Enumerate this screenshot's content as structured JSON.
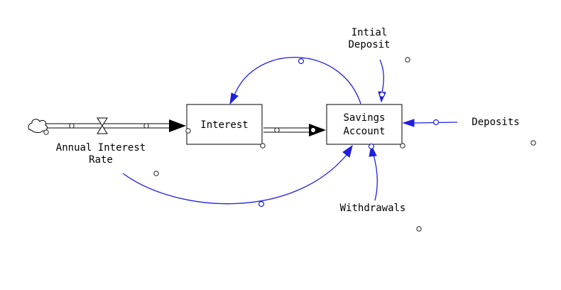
{
  "diagram": {
    "stocks": {
      "interest": "Interest",
      "savings_line1": "Savings",
      "savings_line2": "Account"
    },
    "variables": {
      "rate_line1": "Annual Interest",
      "rate_line2": "Rate",
      "deposit_line1": "Intial",
      "deposit_line2": "Deposit",
      "deposits": "Deposits",
      "withdrawals": "Withdrawals"
    },
    "colors": {
      "link": "#1f1fe0",
      "flow": "#000000"
    },
    "icons": [
      "cloud-source-icon",
      "flow-valve-icon",
      "arrowhead-icon"
    ]
  }
}
